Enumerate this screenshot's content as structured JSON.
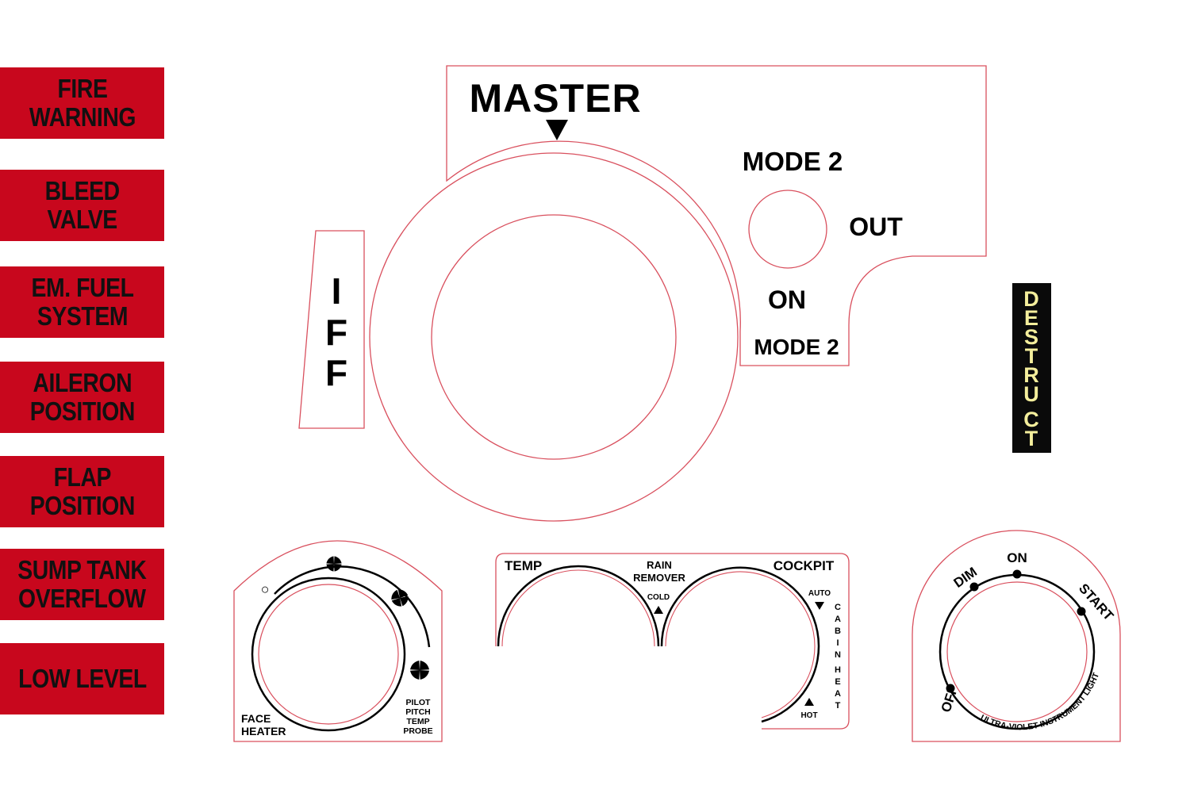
{
  "warnings": [
    {
      "line1": "FIRE",
      "line2": "WARNING"
    },
    {
      "line1": "BLEED",
      "line2": "VALVE"
    },
    {
      "line1": "EM. FUEL",
      "line2": "SYSTEM"
    },
    {
      "line1": "AILERON",
      "line2": "POSITION"
    },
    {
      "line1": "FLAP",
      "line2": "POSITION"
    },
    {
      "line1": "SUMP TANK",
      "line2": "OVERFLOW"
    },
    {
      "line1": "LOW LEVEL",
      "line2": ""
    }
  ],
  "master_panel": {
    "title": "MASTER",
    "mode2_top": "MODE 2",
    "out": "OUT",
    "on": "ON",
    "mode2_bottom": "MODE 2"
  },
  "iff": {
    "l1": "I",
    "l2": "F",
    "l3": "F"
  },
  "destruct": {
    "letters": [
      "D",
      "E",
      "S",
      "T",
      "R",
      "U",
      "C",
      "T"
    ]
  },
  "face_heater": {
    "label_1": "FACE",
    "label_2": "HEATER",
    "probe_1": "PILOT",
    "probe_2": "PITCH",
    "probe_3": "TEMP",
    "probe_4": "PROBE",
    "off_symbol": "○"
  },
  "temp_panel": {
    "temp": "TEMP",
    "rain_1": "RAIN",
    "rain_2": "REMOVER",
    "cold": "COLD",
    "cockpit": "COCKPIT",
    "auto": "AUTO",
    "hot": "HOT",
    "cabin_heat": [
      "C",
      "A",
      "B",
      "I",
      "N",
      "H",
      "E",
      "A",
      "T"
    ]
  },
  "light_panel": {
    "off": "OFF",
    "dim": "DIM",
    "on": "ON",
    "start": "START",
    "arc_label": "ULTRA-VIOLET INSTRUMENT LIGHT"
  },
  "colors": {
    "warning_red": "#c8071d",
    "outline_red": "#d9505e",
    "destruct_bg": "#0a0a0a",
    "destruct_text": "#f4ee9c"
  }
}
